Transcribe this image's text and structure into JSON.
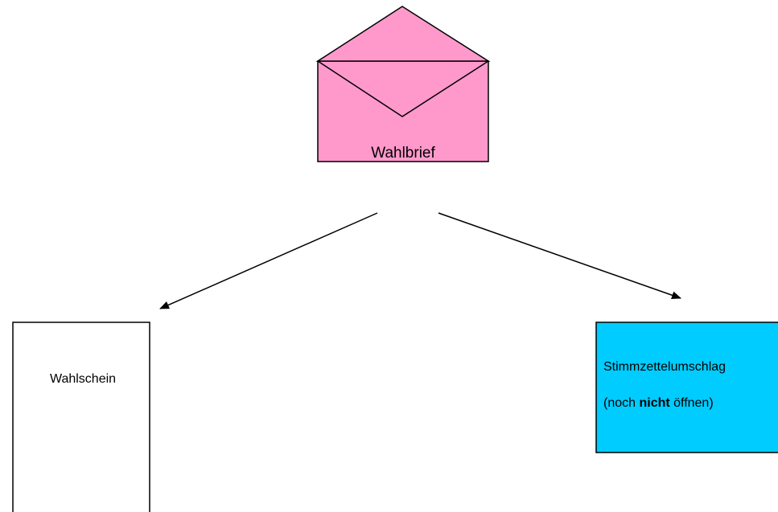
{
  "colors": {
    "envelope_fill": "#FF99CC",
    "envelope_stroke": "#000000",
    "wahlschein_fill": "#FFFFFF",
    "stimmzettel_fill": "#00CCFF",
    "arrow_color": "#000000"
  },
  "envelope": {
    "label": "Wahlbrief"
  },
  "wahlschein": {
    "label": "Wahlschein"
  },
  "stimmzettelumschlag": {
    "label": "Stimmzettelumschlag",
    "note_prefix": "(noch ",
    "note_bold": "nicht",
    "note_suffix": " öffnen)"
  }
}
